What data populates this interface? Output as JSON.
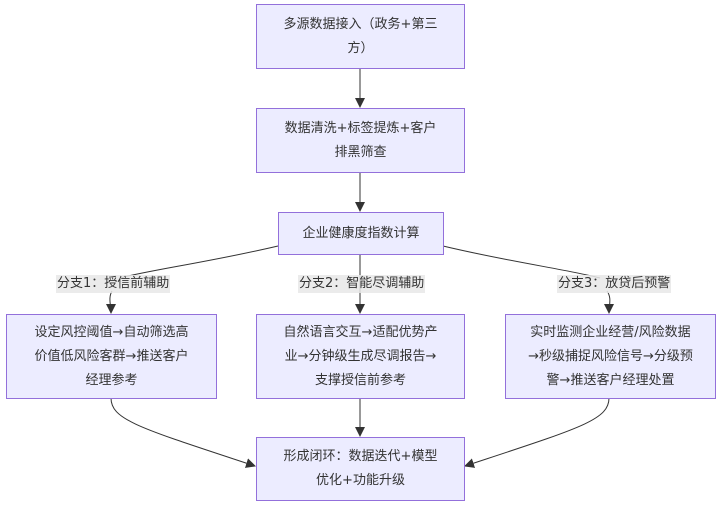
{
  "diagram": {
    "type": "flowchart",
    "colors": {
      "node_fill": "#ececff",
      "node_border": "#9370db",
      "edge": "#333333",
      "label_bg": "#e8e8e8"
    },
    "nodes": {
      "source": "多源数据接入（政务+第三方）",
      "clean": "数据清洗+标签提炼+客户排黑筛查",
      "health": "企业健康度指数计算",
      "branch1": "设定风控阈值→自动筛选高价值低风险客群→推送客户经理参考",
      "branch2": "自然语言交互→适配优势产业→分钟级生成尽调报告→支撑授信前参考",
      "branch3": "实时监测企业经营/风险数据→秒级捕捉风险信号→分级预警→推送客户经理处置",
      "loop": "形成闭环：数据迭代+模型优化+功能升级"
    },
    "edge_labels": {
      "branch1": "分支1：授信前辅助",
      "branch2": "分支2：智能尽调辅助",
      "branch3": "分支3：放贷后预警"
    }
  }
}
